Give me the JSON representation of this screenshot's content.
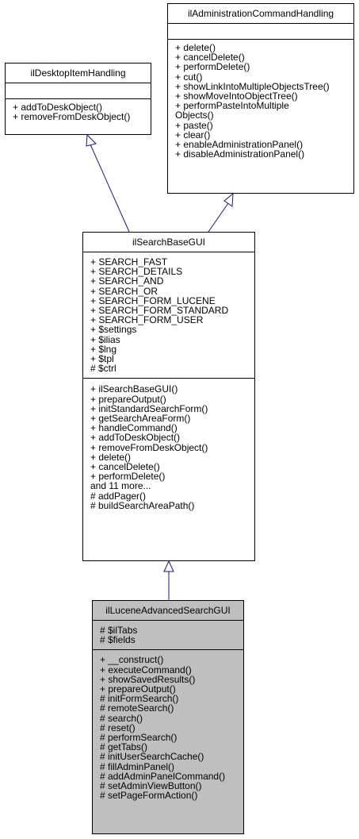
{
  "classes": {
    "admin": {
      "name": "ilAdministrationCommandHandling",
      "attributes": [],
      "methods": [
        "+ delete()",
        "+ cancelDelete()",
        "+ performDelete()",
        "+ cut()",
        "+ showLinkIntoMultipleObjectsTree()",
        "+ showMoveIntoObjectTree()",
        "+ performPasteIntoMultiple",
        "Objects()",
        "+ paste()",
        "+ clear()",
        "+ enableAdministrationPanel()",
        "+ disableAdministrationPanel()"
      ]
    },
    "desktop": {
      "name": "ilDesktopItemHandling",
      "attributes": [],
      "methods": [
        "+ addToDeskObject()",
        "+ removeFromDeskObject()"
      ]
    },
    "base": {
      "name": "ilSearchBaseGUI",
      "attributes": [
        "+ SEARCH_FAST",
        "+ SEARCH_DETAILS",
        "+ SEARCH_AND",
        "+ SEARCH_OR",
        "+ SEARCH_FORM_LUCENE",
        "+ SEARCH_FORM_STANDARD",
        "+ SEARCH_FORM_USER",
        "+ $settings",
        "+ $ilias",
        "+ $lng",
        "+ $tpl",
        "# $ctrl"
      ],
      "methods": [
        "+ ilSearchBaseGUI()",
        "+ prepareOutput()",
        "+ initStandardSearchForm()",
        "+ getSearchAreaForm()",
        "+ handleCommand()",
        "+ addToDeskObject()",
        "+ removeFromDeskObject()",
        "+ delete()",
        "+ cancelDelete()",
        "+ performDelete()",
        "and 11 more...",
        "# addPager()",
        "# buildSearchAreaPath()"
      ]
    },
    "lucene": {
      "name": "ilLuceneAdvancedSearchGUI",
      "attributes": [
        "# $ilTabs",
        "# $fields"
      ],
      "methods": [
        "+ __construct()",
        "+ executeCommand()",
        "+ showSavedResults()",
        "+ prepareOutput()",
        "# initFormSearch()",
        "# remoteSearch()",
        "# search()",
        "# reset()",
        "# performSearch()",
        "# getTabs()",
        "# initUserSearchCache()",
        "# fillAdminPanel()",
        "# addAdminPanelCommand()",
        "# setAdminViewButton()",
        "# setPageFormAction()"
      ]
    }
  },
  "colors": {
    "edge": "#191970",
    "highlight_fill": "#bfbfbf"
  }
}
